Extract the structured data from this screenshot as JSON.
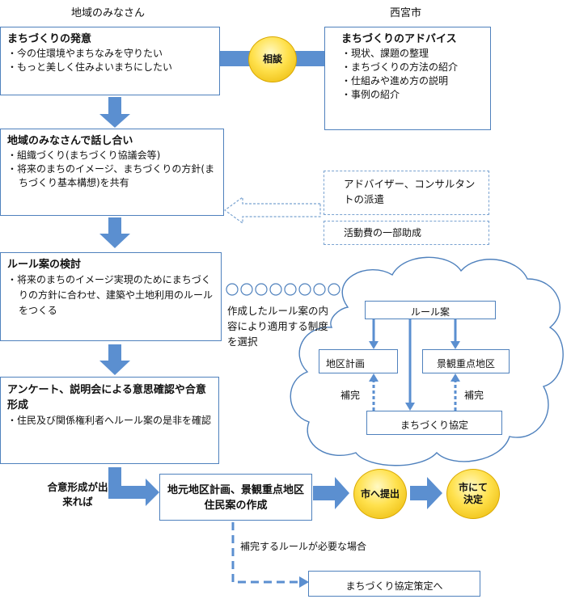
{
  "headers": {
    "left": "地域のみなさん",
    "right": "西宮市"
  },
  "box1": {
    "title": "まちづくりの発意",
    "items": [
      "・今の住環境やまちなみを守りたい",
      "・もっと美しく住みよいまちにしたい"
    ]
  },
  "consult": "相談",
  "advice": {
    "title": "まちづくりのアドバイス",
    "items": [
      "・現状、課題の整理",
      "・まちづくりの方法の紹介",
      "・仕組みや進め方の説明",
      "・事例の紹介"
    ]
  },
  "box2": {
    "title": "地域のみなさんで話し合い",
    "items": [
      "・組織づくり(まちづくり協議会等)",
      "・将来のまちのイメージ、まちづくりの方針(まちづくり基本構想)を共有"
    ]
  },
  "support": {
    "advisor": "アドバイザー、コンサルタントの派遣",
    "grant": "活動費の一部助成"
  },
  "box3": {
    "title": "ルール案の検討",
    "items": [
      "・将来のまちのイメージ実現のためにまちづくりの方針に合わせ、建築や土地利用のルールをつくる"
    ]
  },
  "select_note": "作成したルール案の内容により適用する制度を選択",
  "cloud": {
    "rule_plan": "ルール案",
    "district_plan": "地区計画",
    "landscape": "景観重点地区",
    "agreement": "まちづくり協定",
    "supplement_left": "補完",
    "supplement_right": "補完"
  },
  "box4": {
    "title": "アンケート、説明会による意思確認や合意形成",
    "items": [
      "・住民及び関係権利者へルール案の是非を確認"
    ]
  },
  "consensus_label": "合意形成が出来れば",
  "draft": "地元地区計画、景観重点地区住民案の作成",
  "submit": "市へ提出",
  "decide": "市にて決定",
  "need_label": "補完するルールが必要な場合",
  "agreement_final": "まちづくり協定策定へ",
  "colors": {
    "border": "#4f81bd",
    "arrow": "#5b8fd0",
    "dashed": "#7aa3d1",
    "button": "#ffe14d"
  }
}
